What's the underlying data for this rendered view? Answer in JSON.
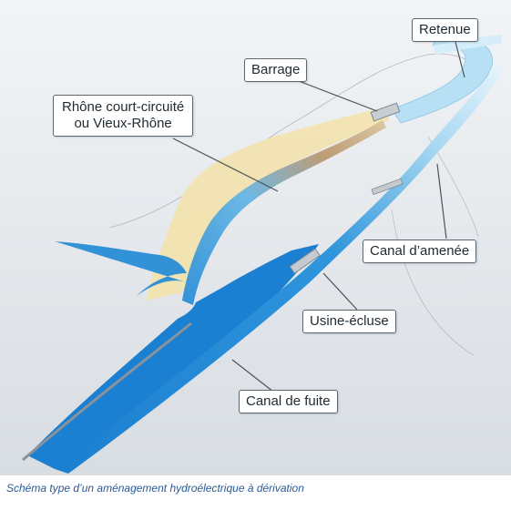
{
  "labels": {
    "retenue": "Retenue",
    "barrage": "Barrage",
    "rhone_line1": "Rhône court-circuité",
    "rhone_line2": "ou Vieux-Rhône",
    "canal_amenee": "Canal d’amenée",
    "usine_ecluse": "Usine-écluse",
    "canal_fuite": "Canal de fuite"
  },
  "caption": "Schéma type d’un aménagement hydroélectrique à dérivation",
  "colors": {
    "background_top": "#eef1f4",
    "background_bottom": "#d9dee3",
    "canal_blue": "#1e88d6",
    "light_blue": "#a9d9f2",
    "floodplain_yellow": "#f2e3b0",
    "riverbed_brown": "#c49a66",
    "bank_gray": "#8a939b",
    "caption_blue": "#2a5a9a"
  }
}
